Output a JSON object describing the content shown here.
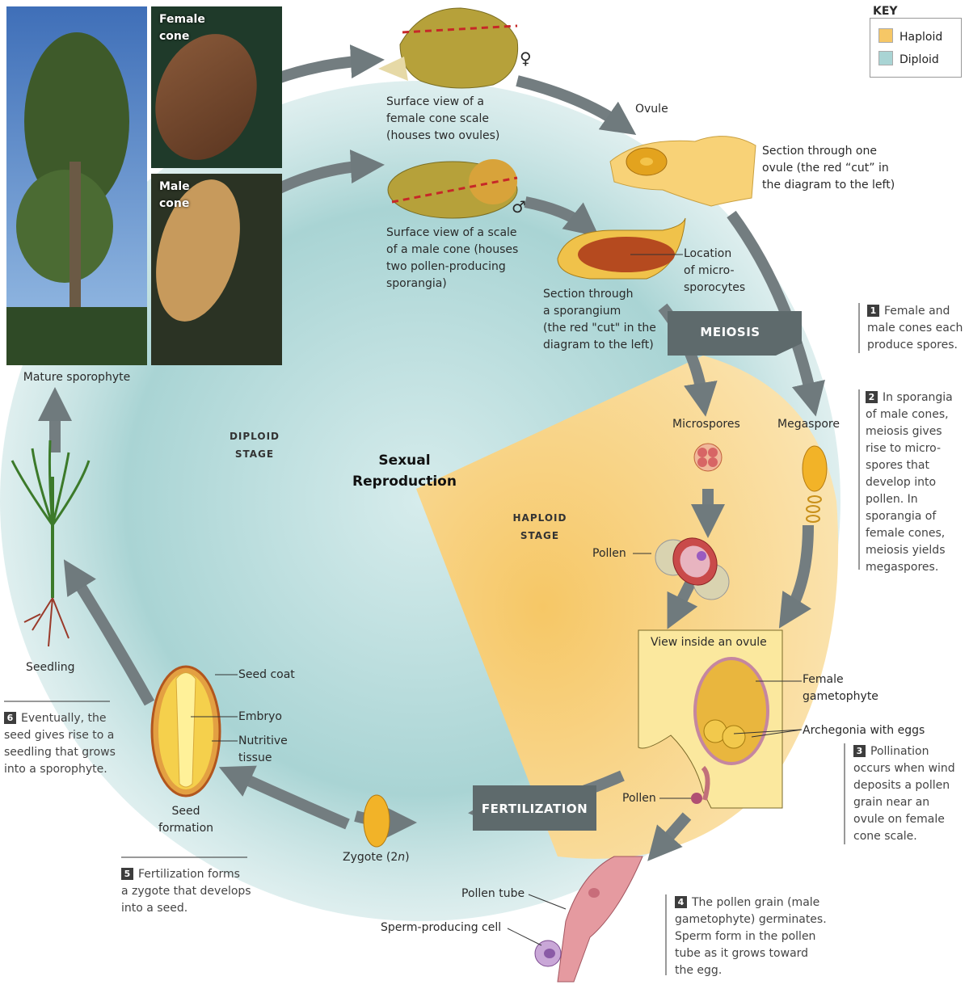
{
  "key": {
    "title": "KEY",
    "items": [
      {
        "label": "Haploid",
        "color": "#f6c766"
      },
      {
        "label": "Diploid",
        "color": "#a9d4d4"
      }
    ]
  },
  "center_title": [
    "Sexual",
    "Reproduction"
  ],
  "stages": {
    "diploid": [
      "DIPLOID",
      "STAGE"
    ],
    "haploid": [
      "HAPLOID",
      "STAGE"
    ]
  },
  "processes": {
    "meiosis": "MEIOSIS",
    "fertilization": "FERTILIZATION"
  },
  "photos": {
    "female_cone": [
      "Female",
      "cone"
    ],
    "male_cone": [
      "Male",
      "cone"
    ],
    "mature": "Mature sporophyte"
  },
  "labels": {
    "female_scale": [
      "Surface view of a",
      "female cone scale",
      "(houses two ovules)"
    ],
    "male_scale": [
      "Surface view of a scale",
      "of a male cone (houses",
      "two pollen-producing",
      "sporangia)"
    ],
    "ovule": "Ovule",
    "section_ovule": [
      "Section through one",
      "ovule (the red “cut” in",
      "the diagram to the left)"
    ],
    "location": [
      "Location",
      "of micro-",
      "sporocytes"
    ],
    "section_sporangium": [
      "Section through",
      "a sporangium",
      "(the red \"cut\" in the",
      "diagram to the left)"
    ],
    "microspores": "Microspores",
    "megaspore": "Megaspore",
    "pollen_top": "Pollen",
    "view_inside": "View inside an ovule",
    "female_gametophyte": [
      "Female",
      "gametophyte"
    ],
    "archegonia": "Archegonia with eggs",
    "pollen_bottom": "Pollen",
    "pollen_tube": "Pollen tube",
    "sperm_cell": "Sperm-producing cell",
    "zygote": "Zygote (2",
    "zygote_n": "n",
    "zygote_end": ")",
    "seed_coat": "Seed coat",
    "embryo": "Embryo",
    "nutritive": [
      "Nutritive",
      "tissue"
    ],
    "seed_formation": [
      "Seed",
      "formation"
    ],
    "seedling": "Seedling"
  },
  "steps": [
    {
      "num": "1",
      "text": [
        "Female and",
        "male cones each",
        "produce spores."
      ]
    },
    {
      "num": "2",
      "text": [
        "In sporangia",
        "of male cones,",
        "meiosis gives",
        "rise to micro-",
        "spores that",
        "develop into",
        "pollen. In",
        "sporangia of",
        "female cones,",
        "meiosis yields",
        "megaspores."
      ]
    },
    {
      "num": "3",
      "text": [
        "Pollination",
        "occurs when wind",
        "deposits a pollen",
        "grain near an",
        "ovule on female",
        "cone scale."
      ]
    },
    {
      "num": "4",
      "text": [
        "The pollen grain (male",
        "gametophyte) germinates.",
        "Sperm form in the pollen",
        "tube as it grows toward",
        "the egg."
      ]
    },
    {
      "num": "5",
      "text": [
        "Fertilization forms",
        "a zygote that develops",
        "into a seed."
      ]
    },
    {
      "num": "6",
      "text": [
        "Eventually, the",
        "seed gives rise to a",
        "seedling that grows",
        "into a sporophyte."
      ]
    }
  ],
  "symbols": {
    "female": "♀",
    "male": "♂"
  }
}
